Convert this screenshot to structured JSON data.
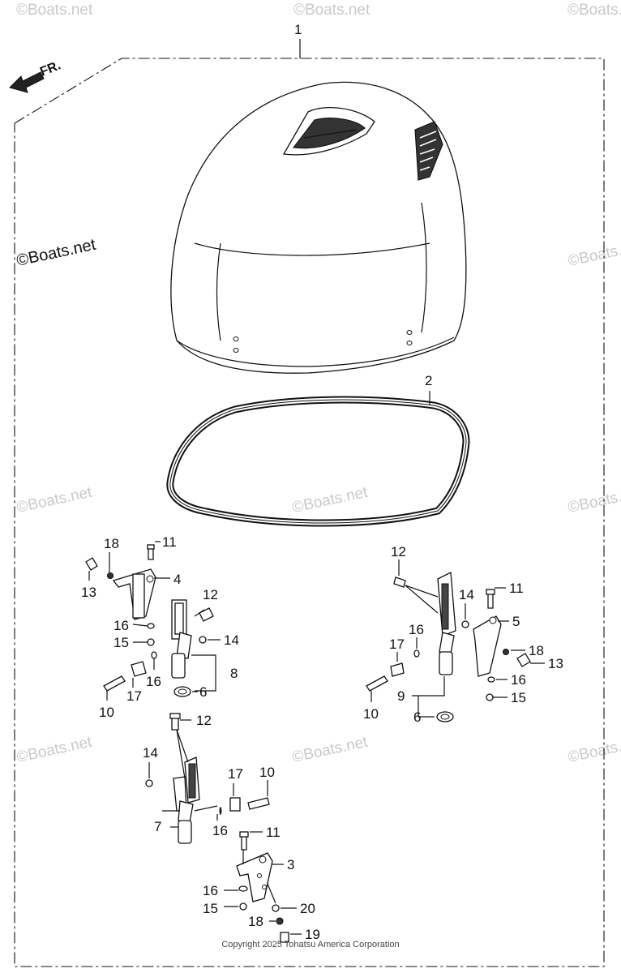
{
  "watermark": {
    "text": "Boats.net",
    "symbol": "©"
  },
  "orientation_label": "FR.",
  "callouts": {
    "p1": "1",
    "p2": "2",
    "h_left": {
      "n18": "18",
      "n11": "11",
      "n13": "13",
      "n4": "4",
      "n12": "12",
      "n16a": "16",
      "n15": "15",
      "n14": "14",
      "n16b": "16",
      "n8": "8",
      "n17": "17",
      "n10": "10",
      "n6": "6"
    },
    "h_right": {
      "n12": "12",
      "n14": "14",
      "n11": "11",
      "n16a": "16",
      "n5": "5",
      "n17": "17",
      "n18": "18",
      "n13": "13",
      "n16b": "16",
      "n9": "9",
      "n15": "15",
      "n10": "10",
      "n6": "6"
    },
    "h_bottom": {
      "n12": "12",
      "n14": "14",
      "n17": "17",
      "n10": "10",
      "n7": "7",
      "n16a": "16",
      "n11": "11",
      "n3": "3",
      "n16b": "16",
      "n15": "15",
      "n20": "20",
      "n18": "18",
      "n19": "19"
    }
  },
  "copyright": "Copyright 2025 Tohatsu America Corporation"
}
